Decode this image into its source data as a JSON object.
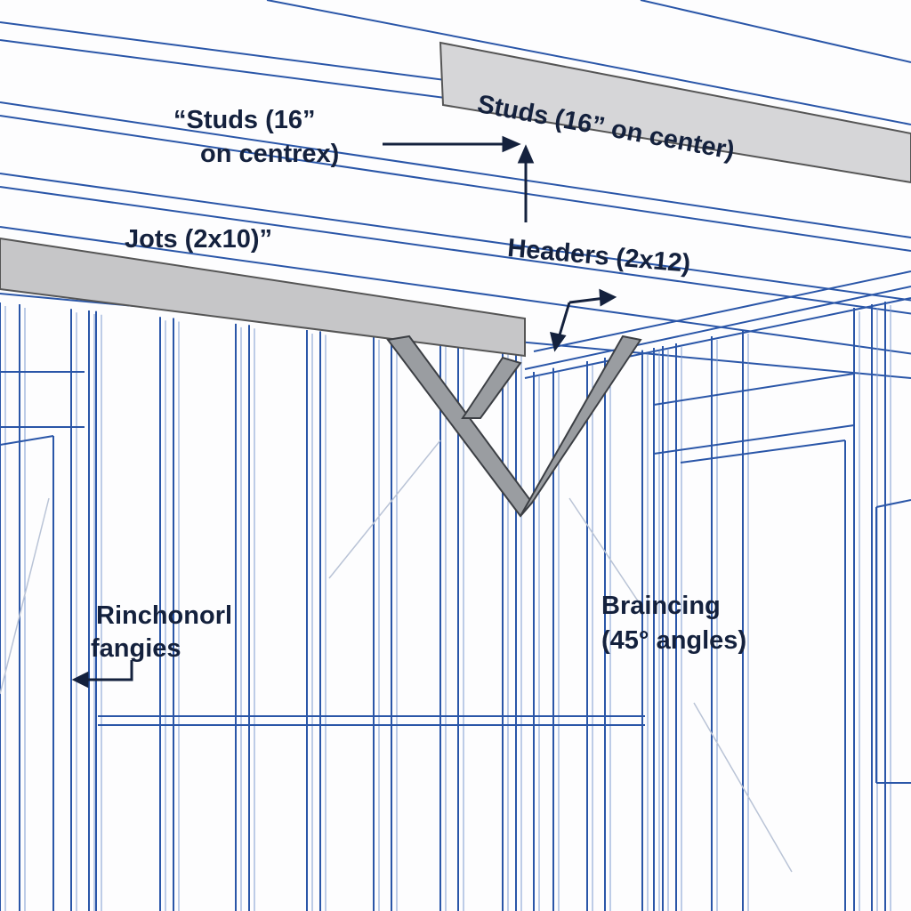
{
  "labels": {
    "studs_left_line1": "“Studs (16”",
    "studs_left_line2": "on centrex)",
    "studs_beam": "Studs (16” on center)",
    "joists": "Jots (2x10)”",
    "headers": "Headers (2x12)",
    "rinchonorl_line1": "Rinchonorl",
    "rinchonorl_line2": "fangies",
    "bracing_line1": "Braincing",
    "bracing_line2": "(45° angles)"
  },
  "colors": {
    "line": "#2a56a8",
    "beam_gray": "#c9c9cb",
    "brace_gray": "#8f9296",
    "text": "#14213d"
  }
}
